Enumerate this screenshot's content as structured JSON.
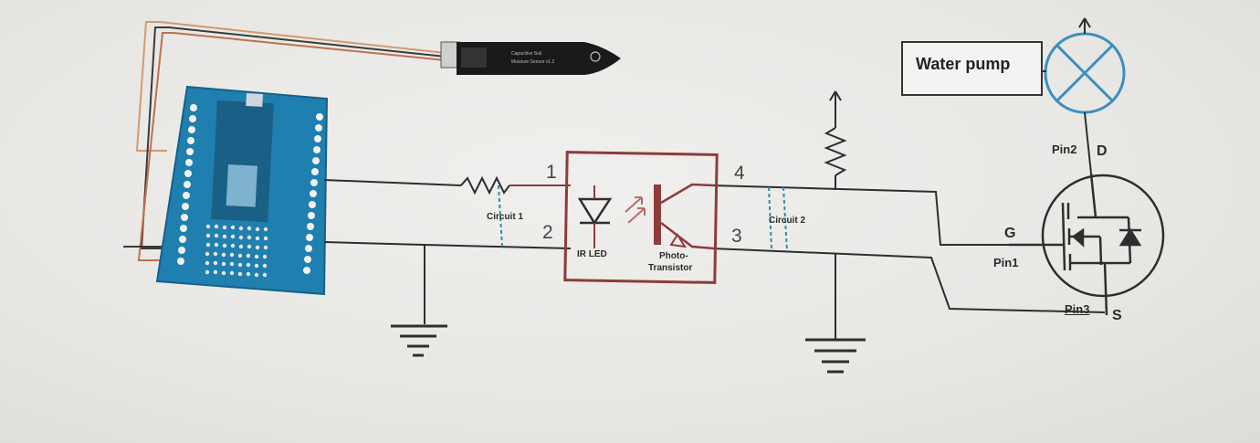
{
  "labels": {
    "water_pump": "Water pump",
    "circuit1": "Circuit 1",
    "circuit2": "Circuit 2",
    "ir_led": "IR LED",
    "photo_transistor_line1": "Photo-",
    "photo_transistor_line2": "Transistor",
    "pin_1": "1",
    "pin_2": "2",
    "pin_3": "3",
    "pin_4": "4",
    "gate": "G",
    "drain": "D",
    "source": "S",
    "pin1_label": "Pin1",
    "pin2_label": "Pin2",
    "pin3_label": "Pin3"
  },
  "colors": {
    "wire": "#2e2e2e",
    "optocoupler": "#8e3b3b",
    "circuit_dashed": "#2e8fa6",
    "board": "#1f7fae",
    "pump_symbol": "#3b8fc0",
    "sensor_wire_red": "#c0704f",
    "sensor_wire_orange": "#d29a6f"
  }
}
